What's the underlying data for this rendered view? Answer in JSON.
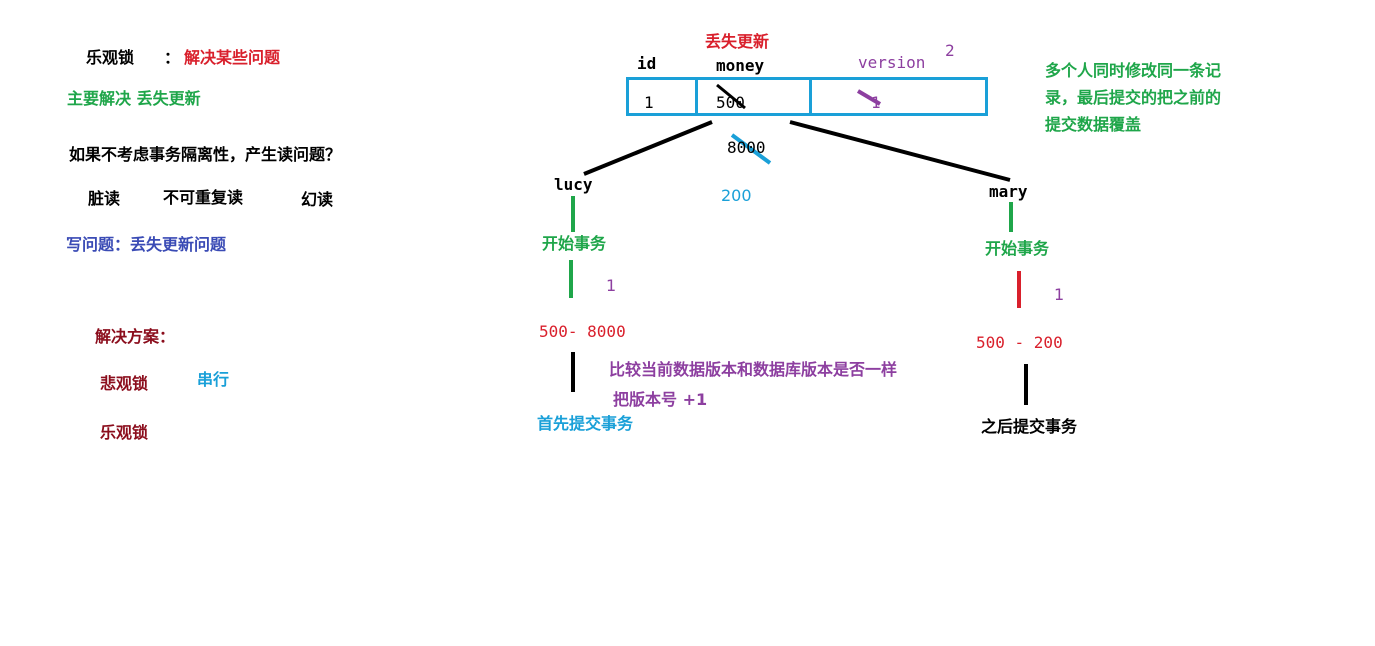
{
  "left_notes": {
    "optimistic_lock": "乐观锁",
    "solves_prefix": "：",
    "solves_some_problems": "解决某些问题",
    "mainly_solves": "主要解决 丢失更新",
    "question": "如果不考虑事务隔离性，产生读问题？",
    "dirty_read": "脏读",
    "non_repeatable_read": "不可重复读",
    "phantom_read": "幻读",
    "write_problem": "写问题：丢失更新问题",
    "solution_title": "解决方案：",
    "pessimistic_lock": "悲观锁",
    "serial": "串行",
    "optimistic_lock_2": "乐观锁"
  },
  "table": {
    "title": "丢失更新",
    "columns": [
      "id",
      "money",
      "version"
    ],
    "row": {
      "id": "1",
      "money": "500",
      "version": "1"
    },
    "version_new": "2",
    "money_candidates": [
      "8000",
      "200"
    ]
  },
  "right_note": "多个人同时修改同一条记录，最后提交的把之前的提交数据覆盖",
  "lucy": {
    "name": "lucy",
    "start": "开始事务",
    "version": "1",
    "calc": "500- 8000",
    "commit": "首先提交事务"
  },
  "mary": {
    "name": "mary",
    "start": "开始事务",
    "version": "1",
    "calc": "500 - 200",
    "commit": "之后提交事务"
  },
  "compare_note": "比较当前数据版本和数据库版本是否一样",
  "version_inc": "把版本号 +1",
  "colors": {
    "table_border": "#1aa0d8",
    "black": "#000000",
    "green": "#1fa64a",
    "red": "#d9202c",
    "purple": "#8d3fa0",
    "cyan": "#1aa0d8"
  }
}
